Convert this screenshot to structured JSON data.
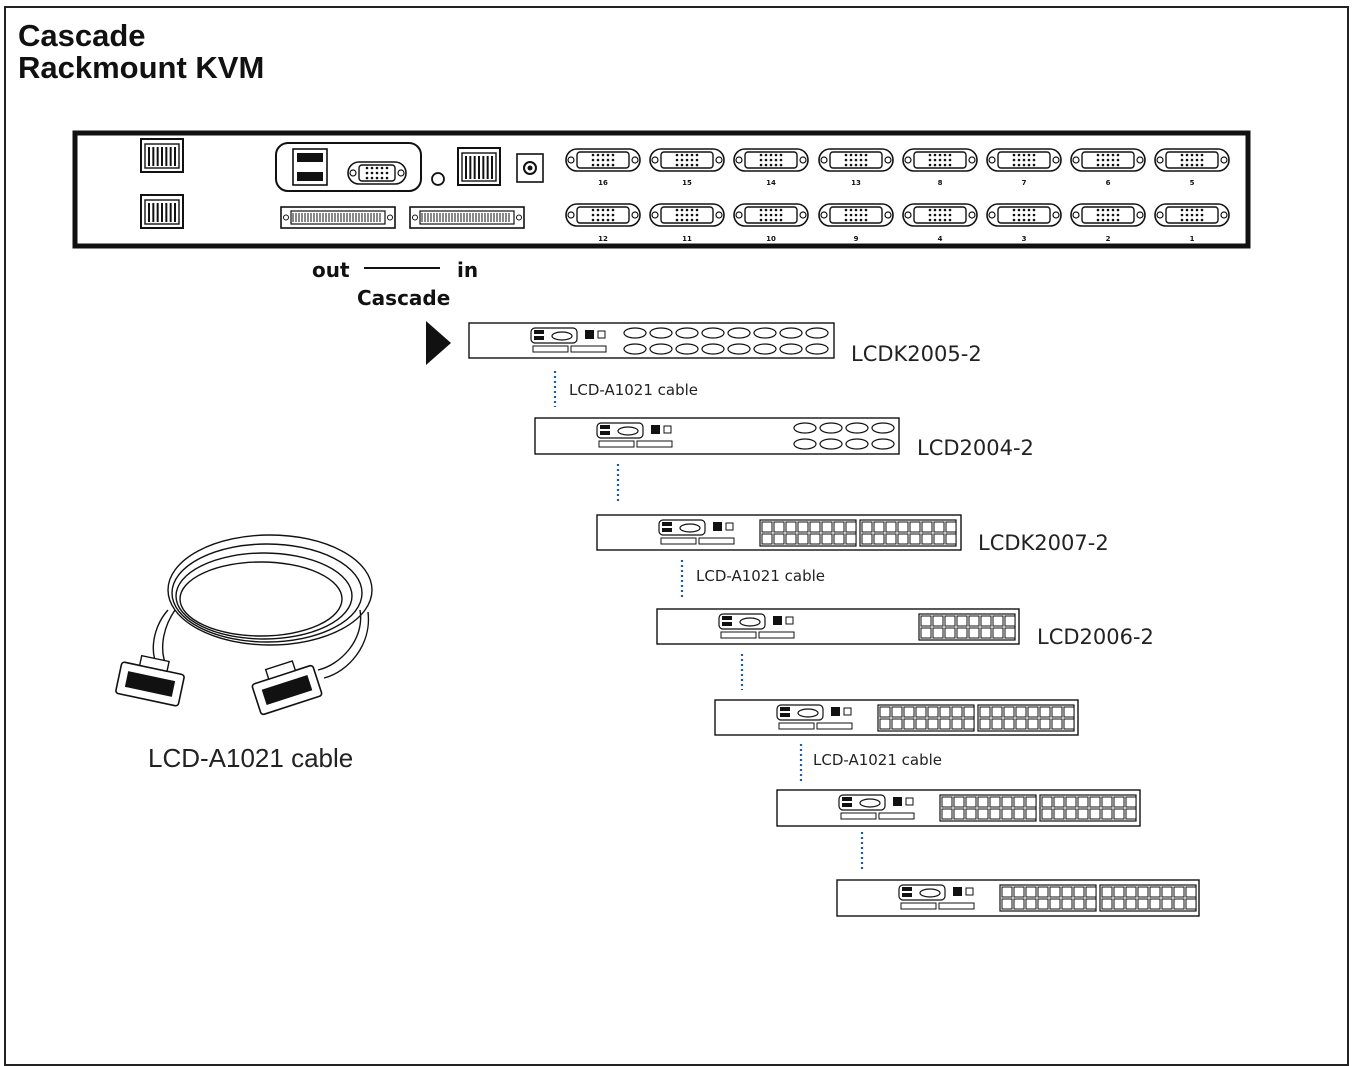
{
  "title_line1": "Cascade",
  "title_line2": "Rackmount KVM",
  "cascade": {
    "out": "out",
    "in": "in",
    "label": "Cascade"
  },
  "main_ports_top": [
    "16",
    "15",
    "14",
    "13",
    "8",
    "7",
    "6",
    "5"
  ],
  "main_ports_bottom": [
    "12",
    "11",
    "10",
    "9",
    "4",
    "3",
    "2",
    "1"
  ],
  "units": [
    {
      "model": "LCDK2005-2"
    },
    {
      "model": "LCD2004-2"
    },
    {
      "model": "LCDK2007-2"
    },
    {
      "model": "LCD2006-2"
    },
    {
      "model": ""
    },
    {
      "model": ""
    },
    {
      "model": ""
    }
  ],
  "cable_links": [
    "LCD-A1021 cable",
    "",
    "LCD-A1021 cable",
    "",
    "LCD-A1021 cable",
    ""
  ],
  "cable_caption": "LCD-A1021 cable",
  "colors": {
    "line": "#111111",
    "dots": "#1a5ea8"
  }
}
